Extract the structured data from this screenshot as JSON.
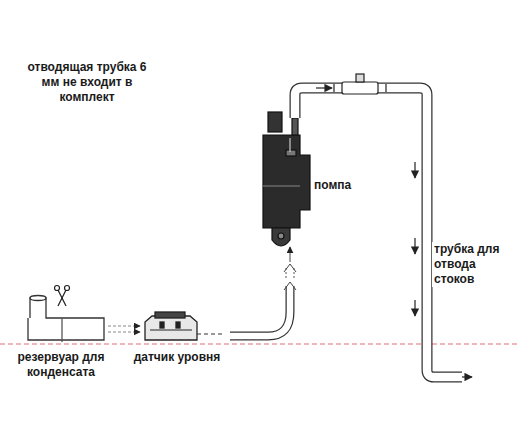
{
  "diagram": {
    "labels": [
      "отводящая трубка 6 мм не входит в комплект",
      "помпа",
      "трубка для отвода стоков",
      "резервуар для конденсата",
      "датчик уровня"
    ]
  }
}
